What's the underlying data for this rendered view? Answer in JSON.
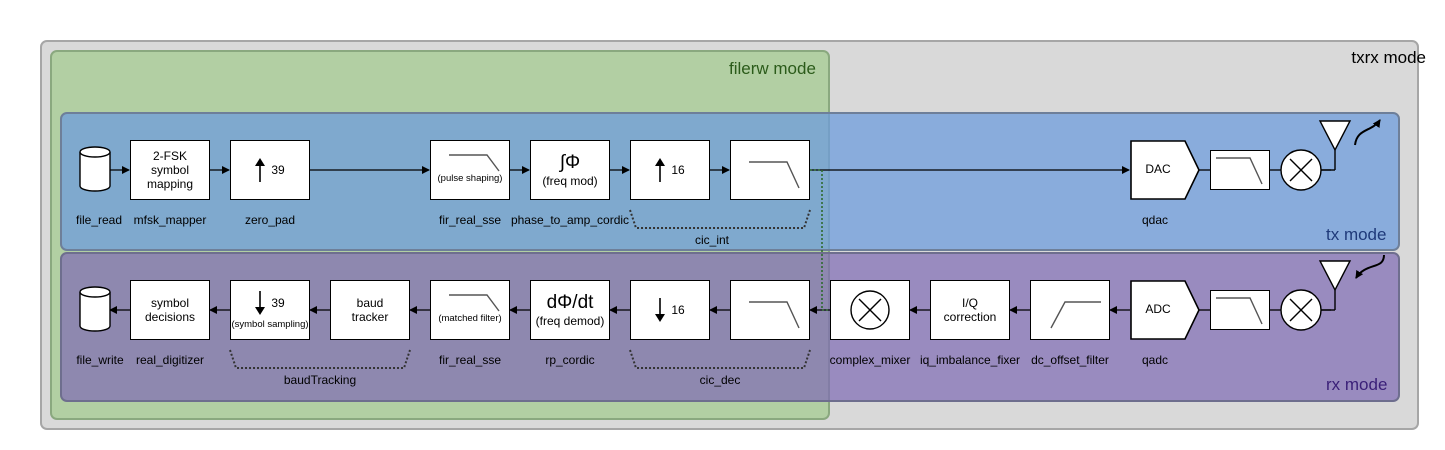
{
  "regions": {
    "txrx": "txrx mode",
    "filerw": "filerw mode",
    "tx": "tx mode",
    "rx": "rx mode"
  },
  "tx": {
    "mapper_text": [
      "2-FSK",
      "symbol",
      "mapping"
    ],
    "upsample_39": "39",
    "pulse_shaping": "(pulse shaping)",
    "integrator_symbol": "∫Φ",
    "freq_mod": "(freq mod)",
    "upsample_16": "16",
    "dac": "DAC",
    "labels": {
      "file_read": "file_read",
      "mfsk_mapper": "mfsk_mapper",
      "zero_pad": "zero_pad",
      "fir_real_sse": "fir_real_sse",
      "phase_to_amp_cordic": "phase_to_amp_cordic",
      "cic_int": "cic_int",
      "qdac": "qdac"
    }
  },
  "rx": {
    "symbol_decisions": [
      "symbol",
      "decisions"
    ],
    "downsample_39": "39",
    "symbol_sampling": "(symbol sampling)",
    "baud_tracker": [
      "baud",
      "tracker"
    ],
    "matched_filter": "(matched filter)",
    "derivative_symbol": "dΦ/dt",
    "freq_demod": "(freq demod)",
    "downsample_16": "16",
    "iq_correction": [
      "I/Q",
      "correction"
    ],
    "adc": "ADC",
    "labels": {
      "file_write": "file_write",
      "real_digitizer": "real_digitizer",
      "baudTracking": "baudTracking",
      "fir_real_sse": "fir_real_sse",
      "rp_cordic": "rp_cordic",
      "cic_dec": "cic_dec",
      "complex_mixer": "complex_mixer",
      "iq_imbalance_fixer": "iq_imbalance_fixer",
      "dc_offset_filter": "dc_offset_filter",
      "qadc": "qadc"
    }
  },
  "icons": [
    "database-icon",
    "up-arrow-icon",
    "down-arrow-icon",
    "lowpass-filter-icon",
    "highpass-filter-icon",
    "mixer-icon",
    "antenna-icon",
    "dac-converter-icon",
    "adc-converter-icon"
  ],
  "colors": {
    "txrx_bg": "#d9d9d9",
    "filerw_bg": "#a6cc94",
    "tx_bg": "#6e9cdc",
    "rx_bg": "#806cb4",
    "filerw_text": "#2b5b1a",
    "tx_text": "#1f3a7a",
    "rx_text": "#3a1f78",
    "connector_dotted": "#2e6b2e"
  }
}
